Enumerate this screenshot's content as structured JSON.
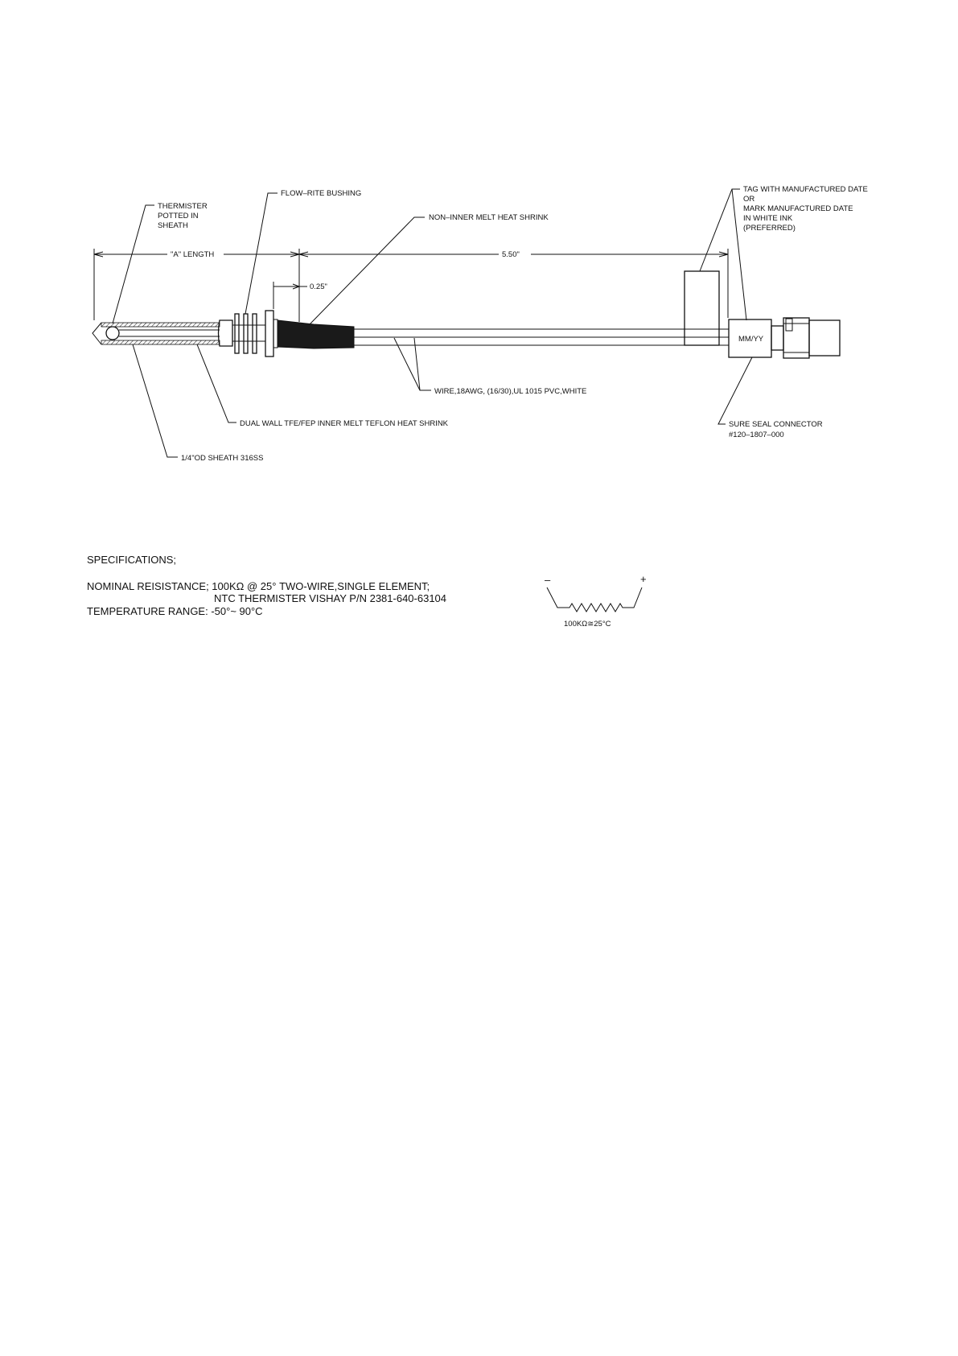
{
  "diagram": {
    "labels": {
      "thermister": [
        "THERMISTER",
        "POTTED IN",
        "SHEATH"
      ],
      "bushing": "FLOW–RITE BUSHING",
      "heat_shrink": "NON–INNER MELT HEAT SHRINK",
      "tag": [
        "TAG WITH MANUFACTURED DATE",
        "OR",
        "MARK MANUFACTURED DATE",
        "IN WHITE INK",
        "(PREFERRED)"
      ],
      "dim_a": "\"A\" LENGTH",
      "dim_550": "5.50\"",
      "dim_025": "0.25\"",
      "date_mark": "MM/YY",
      "wire": "WIRE,18AWG, (16/30),UL 1015 PVC,WHITE",
      "dual_wall": "DUAL WALL TFE/FEP INNER MELT TEFLON HEAT SHRINK",
      "connector": [
        "SURE SEAL CONNECTOR",
        "#120–1807–000"
      ],
      "sheath": "1/4\"OD SHEATH 316SS"
    }
  },
  "specs": {
    "heading": "SPECIFICATIONS;",
    "nominal": "NOMINAL REISISTANCE; 100KΩ @ 25° TWO-WIRE,SINGLE ELEMENT;",
    "part": "NTC THERMISTER VISHAY P/N 2381-640-63104",
    "temp": "TEMPERATURE RANGE: -50°~ 90°C"
  },
  "schematic": {
    "minus": "–",
    "plus": "+",
    "value": "100KΩ≅25°C"
  }
}
